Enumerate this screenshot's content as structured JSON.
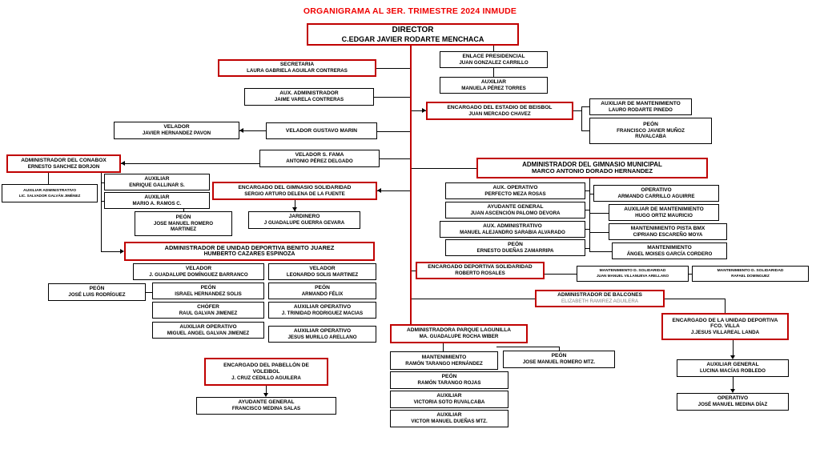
{
  "page": {
    "title": "ORGANIGRAMA AL  3ER. TRIMESTRE 2024 INMUDE"
  },
  "colors": {
    "title_red": "#f00000",
    "highlight_border_red": "#c00000",
    "box_border_black": "#000000",
    "muted_name_gray": "#808080"
  },
  "boxes": [
    {
      "title": "DIRECTOR",
      "name": "C.EDGAR JAVIER RODARTE MENCHACA"
    },
    {
      "title": "ENLACE PRESIDENCIAL",
      "name": "JUAN  GONZALEZ CARRILLO"
    },
    {
      "title": "SECRETARIA",
      "name": "LAURA GABRIELA AGUILAR CONTRERAS"
    },
    {
      "title": "AUXILIAR",
      "name": "MANUELA PÉREZ TORRES"
    },
    {
      "title": "AUX. ADMINISTRADOR",
      "name": "JAIME VARELA CONTRERAS"
    },
    {
      "title": "ENCARGADO DEL ESTADIO DE BEISBOL",
      "name": "JUAN MERCADO CHAVEZ"
    },
    {
      "title": "AUXILIAR DE MANTENIMIENTO",
      "name": "LAURO RODARTE PINEDO"
    },
    {
      "title": "PEÓN",
      "name": "FRANCISCO JAVIER MUÑOZ\nRUVALCABA"
    },
    {
      "title": "VELADOR",
      "name": "JAVIER HERNANDEZ PAVON"
    },
    {
      "title": "VELADOR GUSTAVO MARIN",
      "name": ""
    },
    {
      "title": "VELADOR S. FAMA",
      "name": "ANTONIO PÉREZ  DELGADO"
    },
    {
      "title": "ADMINISTRADOR DEL CONABOX",
      "name": "ERNESTO SANCHEZ BORJON"
    },
    {
      "title": "ADMINISTRADOR DEL GIMNASIO MUNICIPAL",
      "name": "MARCO ANTONIO DORADO HERNANDEZ"
    },
    {
      "title": "AUXILIAR ADMINISTRATIVO",
      "name": "LIC. SALVADOR GALVÁN JIMÉNEZ"
    },
    {
      "title": "AUXILIAR",
      "name": "ENRIQUE GALLINAR S."
    },
    {
      "title": "AUXILIAR",
      "name": "MARIO A. RAMOS C."
    },
    {
      "title": "ENCARGADO DEL GIMNASIO SOLIDARIDAD",
      "name": "SERGIO ARTURO DELENA DE LA FUENTE"
    },
    {
      "title": "AUX. OPERATIVO",
      "name": "PERFECTO MEZA ROSAS"
    },
    {
      "title": "OPERATIVO",
      "name": "ARMANDO CARRILLO AGUIRRE"
    },
    {
      "title": "AYUDANTE GENERAL",
      "name": "JUAN ASCENCIÓN PALOMO DEVORA"
    },
    {
      "title": "AUXILIAR DE MANTENIMIENTO",
      "name": "HUGO ORTIZ MAURICIO"
    },
    {
      "title": "PEÓN",
      "name": "JOSE MANUEL ROMERO\nMARTINEZ"
    },
    {
      "title": "JARDINERO",
      "name": "J GUADALUPE GUERRA GEVARA"
    },
    {
      "title": "AUX. ADMINISTRATIVO",
      "name": "MANUEL ALEJANDRO SARABIA ALVARADO"
    },
    {
      "title": "MANTENIMIENTO PISTA BMX",
      "name": "CIPRIANO ESCAREÑO MOYA"
    },
    {
      "title": "PEÓN",
      "name": "ERNESTO DUEÑAS ZAMARRIPA"
    },
    {
      "title": "MANTENIMIENTO",
      "name": "ÁNGEL MOISES GARCÍA CORDERO"
    },
    {
      "title": "ADMINISTRADOR DE UNIDAD DEPORTIVA BENITO JUAREZ",
      "name": "HUMBERTO CAZARES ESPINOZA"
    },
    {
      "title": "VELADOR",
      "name": "J. GUADALUPE DOMÍNGUEZ BARRANCO"
    },
    {
      "title": "VELADOR",
      "name": "LEONARDO SOLIS MARTINEZ"
    },
    {
      "title": "ENCARGADO DEPORTIVA SOLIDARIDAD",
      "name": "ROBERTO ROSALES"
    },
    {
      "title": "MANTENIMIENTO D. SOLIDARIDAD",
      "name": "JUAN MANUEL VILLANUEVA ARELLANO"
    },
    {
      "title": "MANTENIMIENTO D. SOLIDARIDAD",
      "name": "RAFAEL DOMINGUEZ"
    },
    {
      "title": "PEÓN",
      "name": "JOSÉ LUIS RODRÍGUEZ"
    },
    {
      "title": "PEÓN",
      "name": "ISRAEL HERNANDEZ SOLIS"
    },
    {
      "title": "PEÓN",
      "name": "ARMANDO FÉLIX"
    },
    {
      "title": "ADMINISTRADOR DE BALCONES",
      "name": "ELIZABETH RAMIREZ AGUILERA"
    },
    {
      "title": "CHÓFER",
      "name": "RAUL  GALVAN JIMENEZ"
    },
    {
      "title": "AUXILIAR OPERATIVO",
      "name": "J. TRINIDAD RODRIGUEZ MACIAS"
    },
    {
      "title": "ENCARGADO DE LA UNIDAD DEPORTIVA\nFCO. VILLA",
      "name": "J.JESUS VILLAREAL LANDA"
    },
    {
      "title": "AUXILIAR OPERATIVO",
      "name": "MIGUEL ANGEL GALVAN JIMENEZ"
    },
    {
      "title": "AUXILIAR OPERATIVO",
      "name": "JESUS MURILLO ARELLANO"
    },
    {
      "title": "ADMINISTRADORA PARQUE LAGUNILLA",
      "name": "MA. GUADALUPE ROCHA WIBER"
    },
    {
      "title": "PEÓN",
      "name": "JOSE MANUEL ROMERO MTZ."
    },
    {
      "title": "MANTENIMIENTO",
      "name": "RAMÓN TARANGO HERNÁNDEZ"
    },
    {
      "title": "AUXILIAR GENERAL",
      "name": "LUCINA MACÍAS ROBLEDO"
    },
    {
      "title": "PEÓN",
      "name": "RAMÓN TARANGO  ROJAS"
    },
    {
      "title": "ENCARGADO DEL PABELLÓN DE\nVOLEIBOL",
      "name": "J. CRUZ CEDILLO AGUILERA"
    },
    {
      "title": "AUXILIAR",
      "name": "VICTORIA SOTO RUVALCABA"
    },
    {
      "title": "OPERATIVO",
      "name": "JOSÉ MANUEL MEDINA DÍAZ"
    },
    {
      "title": "AYUDANTE GENERAL",
      "name": "FRANCISCO MEDINA SALAS"
    },
    {
      "title": "AUXILIAR",
      "name": "VICTOR MANUEL DUEÑAS MTZ."
    }
  ]
}
